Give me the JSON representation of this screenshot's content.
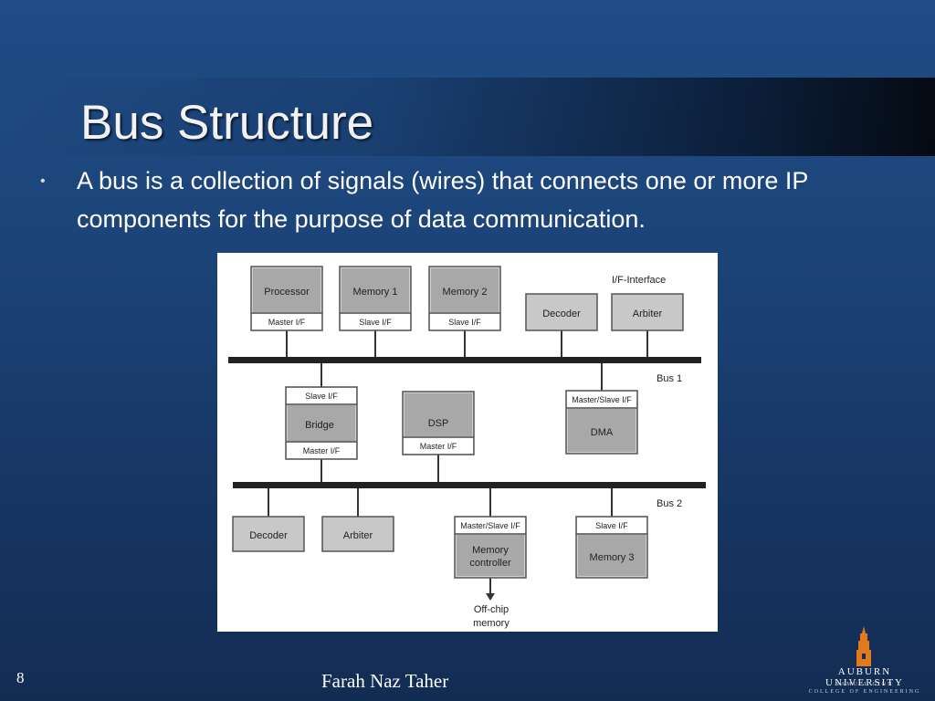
{
  "slide": {
    "title": "Bus Structure",
    "bullet": "A bus is a collection of signals (wires) that connects one or more IP components for the purpose of data communication.",
    "page_number": "8",
    "author": "Farah Naz Taher",
    "logo": {
      "university": "AUBURN UNIVERSITY",
      "college_line1": "SAMUEL GINN",
      "college_line2": "COLLEGE OF ENGINEERING"
    }
  },
  "diagram": {
    "interface_label": "I/F-Interface",
    "bus1_label": "Bus 1",
    "bus2_label": "Bus 2",
    "processor": {
      "name": "Processor",
      "iface": "Master I/F"
    },
    "memory1": {
      "name": "Memory 1",
      "iface": "Slave I/F"
    },
    "memory2": {
      "name": "Memory 2",
      "iface": "Slave I/F"
    },
    "decoder1": {
      "name": "Decoder"
    },
    "arbiter1": {
      "name": "Arbiter"
    },
    "bridge": {
      "name": "Bridge",
      "iface_top": "Slave I/F",
      "iface_bottom": "Master I/F"
    },
    "dsp": {
      "name": "DSP",
      "iface": "Master I/F"
    },
    "dma": {
      "name": "DMA",
      "iface": "Master/Slave I/F"
    },
    "decoder2": {
      "name": "Decoder"
    },
    "arbiter2": {
      "name": "Arbiter"
    },
    "memory_controller": {
      "name_line1": "Memory",
      "name_line2": "controller",
      "iface": "Master/Slave I/F"
    },
    "memory3": {
      "name": "Memory 3",
      "iface": "Slave I/F"
    },
    "offchip_line1": "Off-chip",
    "offchip_line2": "memory"
  }
}
